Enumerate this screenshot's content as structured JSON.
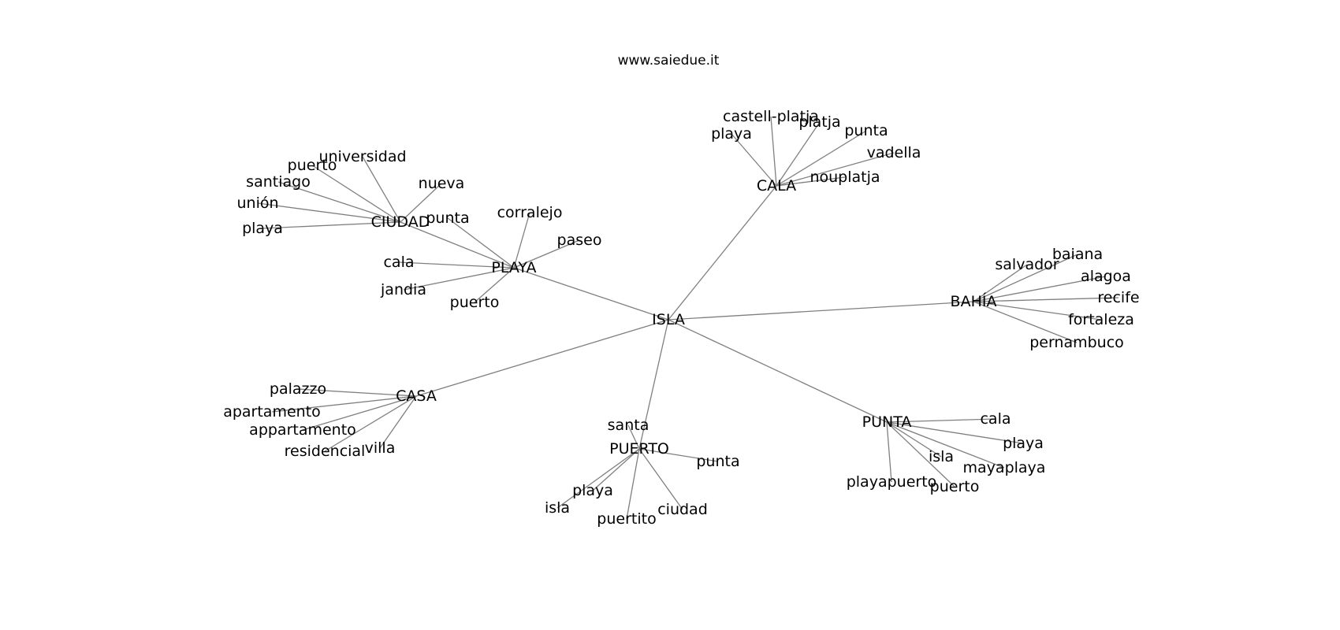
{
  "title": "www.saiedue.it",
  "edge_color": "#7f7f7f",
  "text_color": "#000000",
  "root": {
    "id": "isla",
    "label": "ISLA"
  },
  "hubs": [
    {
      "id": "cala",
      "label": "CALA",
      "leaves": [
        {
          "id": "cala-castell-platja",
          "label": "castell-platja"
        },
        {
          "id": "cala-platja",
          "label": "platja"
        },
        {
          "id": "cala-playa",
          "label": "playa"
        },
        {
          "id": "cala-punta",
          "label": "punta"
        },
        {
          "id": "cala-vadella",
          "label": "vadella"
        },
        {
          "id": "cala-nouplatja",
          "label": "nouplatja"
        }
      ]
    },
    {
      "id": "playa",
      "label": "PLAYA",
      "leaves": [
        {
          "id": "playa-corralejo",
          "label": "corralejo"
        },
        {
          "id": "playa-paseo",
          "label": "paseo"
        },
        {
          "id": "playa-punta",
          "label": "punta"
        },
        {
          "id": "playa-cala",
          "label": "cala"
        },
        {
          "id": "playa-jandia",
          "label": "jandia"
        },
        {
          "id": "playa-puerto",
          "label": "puerto"
        },
        {
          "id": "playa-ciudad",
          "label": "CIUDAD",
          "leaves": [
            {
              "id": "ciudad-universidad",
              "label": "universidad"
            },
            {
              "id": "ciudad-puerto",
              "label": "puerto"
            },
            {
              "id": "ciudad-santiago",
              "label": "santiago"
            },
            {
              "id": "ciudad-nueva",
              "label": "nueva"
            },
            {
              "id": "ciudad-union",
              "label": "unión"
            },
            {
              "id": "ciudad-playa",
              "label": "playa"
            }
          ]
        }
      ]
    },
    {
      "id": "bahia",
      "label": "BAHÍA",
      "leaves": [
        {
          "id": "bahia-baiana",
          "label": "baiana"
        },
        {
          "id": "bahia-salvador",
          "label": "salvador"
        },
        {
          "id": "bahia-alagoa",
          "label": "alagoa"
        },
        {
          "id": "bahia-recife",
          "label": "recife"
        },
        {
          "id": "bahia-fortaleza",
          "label": "fortaleza"
        },
        {
          "id": "bahia-pernambuco",
          "label": "pernambuco"
        }
      ]
    },
    {
      "id": "casa",
      "label": "CASA",
      "leaves": [
        {
          "id": "casa-palazzo",
          "label": "palazzo"
        },
        {
          "id": "casa-apartamento",
          "label": "apartamento"
        },
        {
          "id": "casa-appartamento",
          "label": "appartamento"
        },
        {
          "id": "casa-residencial",
          "label": "residencial"
        },
        {
          "id": "casa-villa",
          "label": "villa"
        }
      ]
    },
    {
      "id": "puerto",
      "label": "PUERTO",
      "leaves": [
        {
          "id": "puerto-santa",
          "label": "santa"
        },
        {
          "id": "puerto-punta",
          "label": "punta"
        },
        {
          "id": "puerto-playa",
          "label": "playa"
        },
        {
          "id": "puerto-isla",
          "label": "isla"
        },
        {
          "id": "puerto-puertito",
          "label": "puertito"
        },
        {
          "id": "puerto-ciudad",
          "label": "ciudad"
        }
      ]
    },
    {
      "id": "punta",
      "label": "PUNTA",
      "leaves": [
        {
          "id": "punta-cala",
          "label": "cala"
        },
        {
          "id": "punta-playa",
          "label": "playa"
        },
        {
          "id": "punta-isla",
          "label": "isla"
        },
        {
          "id": "punta-mayaplaya",
          "label": "mayaplaya"
        },
        {
          "id": "punta-playapuerto",
          "label": "playapuerto"
        },
        {
          "id": "punta-puerto",
          "label": "puerto"
        }
      ]
    }
  ]
}
